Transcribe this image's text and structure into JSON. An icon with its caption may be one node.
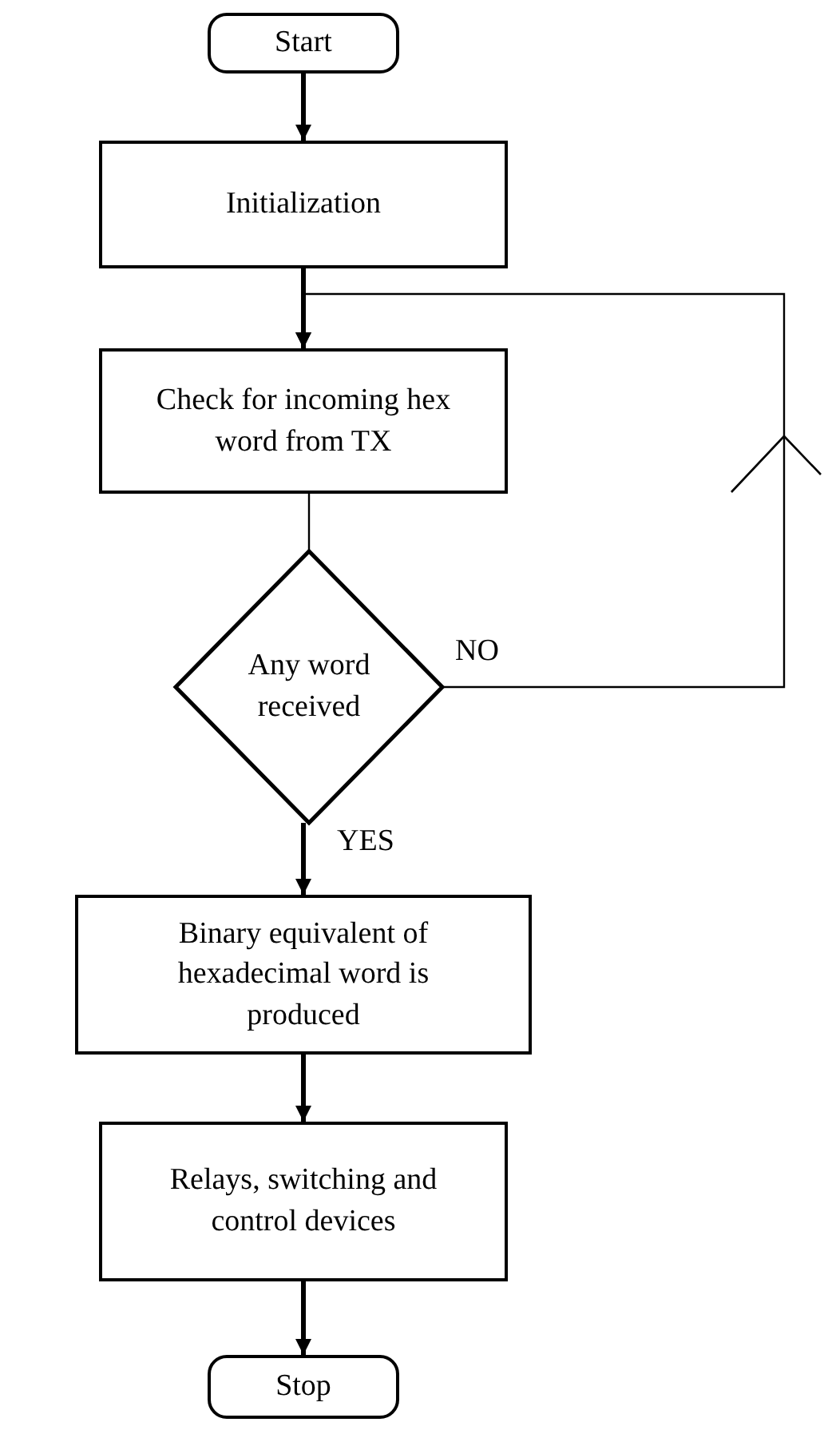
{
  "diagram": {
    "nodes": [
      {
        "text": [
          "Start"
        ]
      },
      {
        "text": [
          "Initialization"
        ]
      },
      {
        "text": [
          "Check for incoming hex word from TX"
        ]
      },
      {
        "text": [
          "Any word received"
        ]
      },
      {
        "text": [
          "Binary equivalent of hexadecimal word is produced"
        ]
      },
      {
        "text": [
          "Relays, switching and control devices"
        ]
      },
      {
        "text": [
          "Stop"
        ]
      }
    ],
    "edges": [
      {
        "from": 0,
        "to": 1,
        "arrow": "to"
      },
      {
        "from": 1,
        "to": 2,
        "arrow": "to"
      },
      {
        "from": 2,
        "to": 3,
        "arrow": "none"
      },
      {
        "from": 3,
        "to": 4,
        "arrow": "to",
        "label": "YES"
      },
      {
        "from": 3,
        "to": 2,
        "arrow": "to",
        "label": "NO"
      },
      {
        "from": 4,
        "to": 5,
        "arrow": "to"
      },
      {
        "from": 5,
        "to": 6,
        "arrow": "to"
      }
    ]
  }
}
